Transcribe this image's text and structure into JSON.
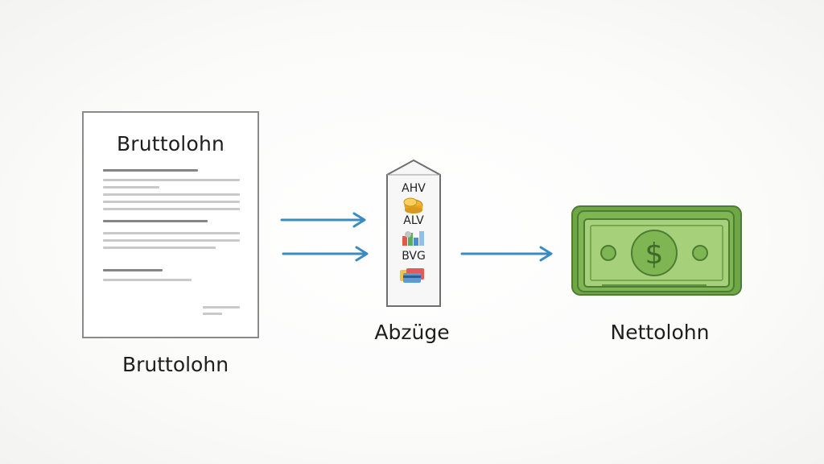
{
  "document": {
    "title": "Bruttolohn",
    "caption": "Bruttolohn"
  },
  "deductions": {
    "items": [
      "AHV",
      "ALV",
      "BVG"
    ],
    "caption": "Abzüge",
    "icons": [
      "coins-icon",
      "bar-chart-icon",
      "cards-icon"
    ]
  },
  "result": {
    "caption": "Nettolohn",
    "symbol": "$"
  },
  "colors": {
    "arrow": "#3a8bc2",
    "money_green": "#7fb552",
    "money_dark": "#4c7d33",
    "doc_border": "#8b8b8b"
  }
}
